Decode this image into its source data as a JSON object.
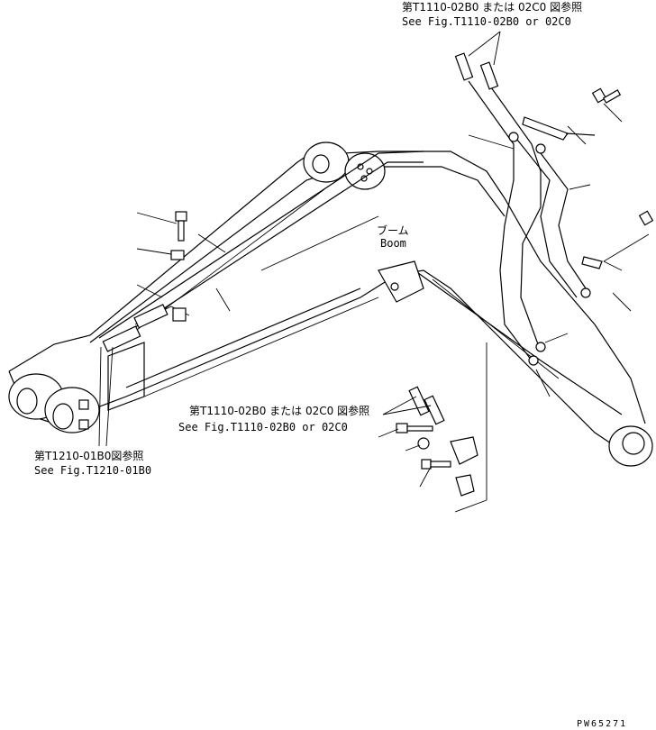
{
  "labels": {
    "ref_top_jp": "第T1110-02B0 または 02C0 図参照",
    "ref_top_en": "See Fig.T1110-02B0 or 02C0",
    "ref_mid_jp": "第T1110-02B0 または 02C0 図参照",
    "ref_mid_en": "See Fig.T1110-02B0 or 02C0",
    "ref_left_jp": "第T1210-01B0図参照",
    "ref_left_en": "See Fig.T1210-01B0",
    "boom_jp": "ブーム",
    "boom_en": "Boom",
    "drawing_code": "PW65271"
  }
}
